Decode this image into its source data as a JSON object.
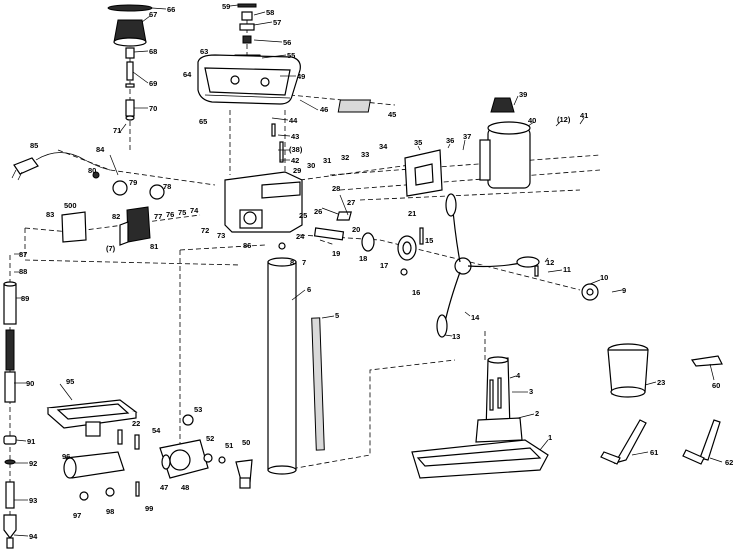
{
  "labels": [
    {
      "id": "66",
      "text": "66"
    },
    {
      "id": "67",
      "text": "67"
    },
    {
      "id": "68",
      "text": "68"
    },
    {
      "id": "69",
      "text": "69"
    },
    {
      "id": "70",
      "text": "70"
    },
    {
      "id": "71",
      "text": "71"
    },
    {
      "id": "59",
      "text": "59"
    },
    {
      "id": "58",
      "text": "58"
    },
    {
      "id": "57",
      "text": "57"
    },
    {
      "id": "56",
      "text": "56"
    },
    {
      "id": "55",
      "text": "55"
    },
    {
      "id": "49",
      "text": "49"
    },
    {
      "id": "63",
      "text": "63"
    },
    {
      "id": "64",
      "text": "64"
    },
    {
      "id": "46",
      "text": "46"
    },
    {
      "id": "45",
      "text": "45"
    },
    {
      "id": "65",
      "text": "65"
    },
    {
      "id": "44",
      "text": "44"
    },
    {
      "id": "43",
      "text": "43"
    },
    {
      "id": "38p",
      "text": "(38)"
    },
    {
      "id": "42",
      "text": "42"
    },
    {
      "id": "39",
      "text": "39"
    },
    {
      "id": "40",
      "text": "40"
    },
    {
      "id": "12p",
      "text": "(12)"
    },
    {
      "id": "41",
      "text": "41"
    },
    {
      "id": "35",
      "text": "35"
    },
    {
      "id": "36",
      "text": "36"
    },
    {
      "id": "37",
      "text": "37"
    },
    {
      "id": "34",
      "text": "34"
    },
    {
      "id": "33",
      "text": "33"
    },
    {
      "id": "32",
      "text": "32"
    },
    {
      "id": "31",
      "text": "31"
    },
    {
      "id": "30",
      "text": "30"
    },
    {
      "id": "29",
      "text": "29"
    },
    {
      "id": "28",
      "text": "28"
    },
    {
      "id": "27",
      "text": "27"
    },
    {
      "id": "26",
      "text": "26"
    },
    {
      "id": "25",
      "text": "25"
    },
    {
      "id": "24",
      "text": "24"
    },
    {
      "id": "85",
      "text": "85"
    },
    {
      "id": "84",
      "text": "84"
    },
    {
      "id": "80",
      "text": "80"
    },
    {
      "id": "79",
      "text": "79"
    },
    {
      "id": "78",
      "text": "78"
    },
    {
      "id": "83",
      "text": "83"
    },
    {
      "id": "500",
      "text": "500"
    },
    {
      "id": "82",
      "text": "82"
    },
    {
      "id": "77",
      "text": "77"
    },
    {
      "id": "76",
      "text": "76"
    },
    {
      "id": "75",
      "text": "75"
    },
    {
      "id": "74",
      "text": "74"
    },
    {
      "id": "7p",
      "text": "(7)"
    },
    {
      "id": "81",
      "text": "81"
    },
    {
      "id": "72",
      "text": "72"
    },
    {
      "id": "73",
      "text": "73"
    },
    {
      "id": "86",
      "text": "86"
    },
    {
      "id": "8",
      "text": "8"
    },
    {
      "id": "7",
      "text": "7"
    },
    {
      "id": "21",
      "text": "21"
    },
    {
      "id": "20",
      "text": "20"
    },
    {
      "id": "19",
      "text": "19"
    },
    {
      "id": "18",
      "text": "18"
    },
    {
      "id": "15",
      "text": "15"
    },
    {
      "id": "17",
      "text": "17"
    },
    {
      "id": "16",
      "text": "16"
    },
    {
      "id": "12",
      "text": "12"
    },
    {
      "id": "11",
      "text": "11"
    },
    {
      "id": "10",
      "text": "10"
    },
    {
      "id": "9",
      "text": "9"
    },
    {
      "id": "14",
      "text": "14"
    },
    {
      "id": "13",
      "text": "13"
    },
    {
      "id": "87",
      "text": "87"
    },
    {
      "id": "88",
      "text": "88"
    },
    {
      "id": "89",
      "text": "89"
    },
    {
      "id": "6",
      "text": "6"
    },
    {
      "id": "5",
      "text": "5"
    },
    {
      "id": "90",
      "text": "90"
    },
    {
      "id": "95",
      "text": "95"
    },
    {
      "id": "4",
      "text": "4"
    },
    {
      "id": "3",
      "text": "3"
    },
    {
      "id": "2",
      "text": "2"
    },
    {
      "id": "1",
      "text": "1"
    },
    {
      "id": "23",
      "text": "23"
    },
    {
      "id": "60",
      "text": "60"
    },
    {
      "id": "61",
      "text": "61"
    },
    {
      "id": "62",
      "text": "62"
    },
    {
      "id": "53",
      "text": "53"
    },
    {
      "id": "22",
      "text": "22"
    },
    {
      "id": "54",
      "text": "54"
    },
    {
      "id": "52",
      "text": "52"
    },
    {
      "id": "51",
      "text": "51"
    },
    {
      "id": "50",
      "text": "50"
    },
    {
      "id": "47",
      "text": "47"
    },
    {
      "id": "48",
      "text": "48"
    },
    {
      "id": "91",
      "text": "91"
    },
    {
      "id": "92",
      "text": "92"
    },
    {
      "id": "96",
      "text": "96"
    },
    {
      "id": "93",
      "text": "93"
    },
    {
      "id": "97",
      "text": "97"
    },
    {
      "id": "98",
      "text": "98"
    },
    {
      "id": "99",
      "text": "99"
    },
    {
      "id": "94",
      "text": "94"
    }
  ]
}
